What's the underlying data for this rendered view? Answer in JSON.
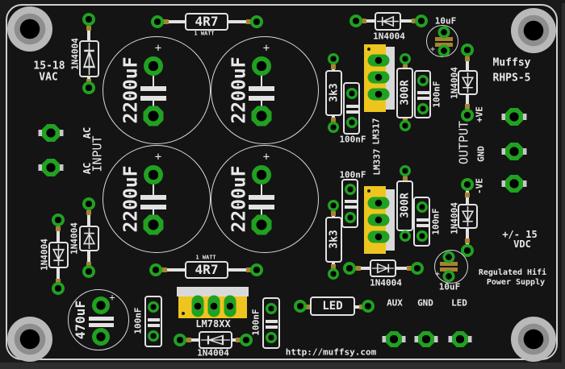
{
  "board": {
    "brand_line1": "Muffsy",
    "brand_line2": "RHPS-5",
    "desc_line1": "Regulated Hifi",
    "desc_line2": "Power Supply",
    "url": "http://muffsy.com",
    "input_line1": "15-18",
    "input_line2": "VAC",
    "output_line1": "+/- 15",
    "output_line2": "VDC",
    "colors": {
      "soldermask": "#141414",
      "silkscreen": "#e8e8e8",
      "pad_green": "#21a121",
      "regulator_yellow": "#eec51e",
      "copper_gold": "#a5832f",
      "hole_gray": "#b9b9b9",
      "lead_silver": "#e2e2e2"
    }
  },
  "labels": {
    "ac": "AC",
    "input": "INPUT",
    "output": "OUTPUT",
    "pos": "+VE",
    "gnd": "GND",
    "neg": "-VE",
    "aux": "AUX",
    "led": "LED",
    "plus": "+",
    "watt": "1 WATT"
  },
  "components": {
    "big_cap": "2200uF",
    "cap470": "470uF",
    "cap10": "10uF",
    "cap100": "100nF",
    "r4r7": "4R7",
    "r3k3": "3k3",
    "r300": "300R",
    "rled": "LED",
    "diode": "1N4004",
    "reg_pos": "LM317",
    "reg_neg": "LM337",
    "reg_aux": "LM78XX"
  }
}
